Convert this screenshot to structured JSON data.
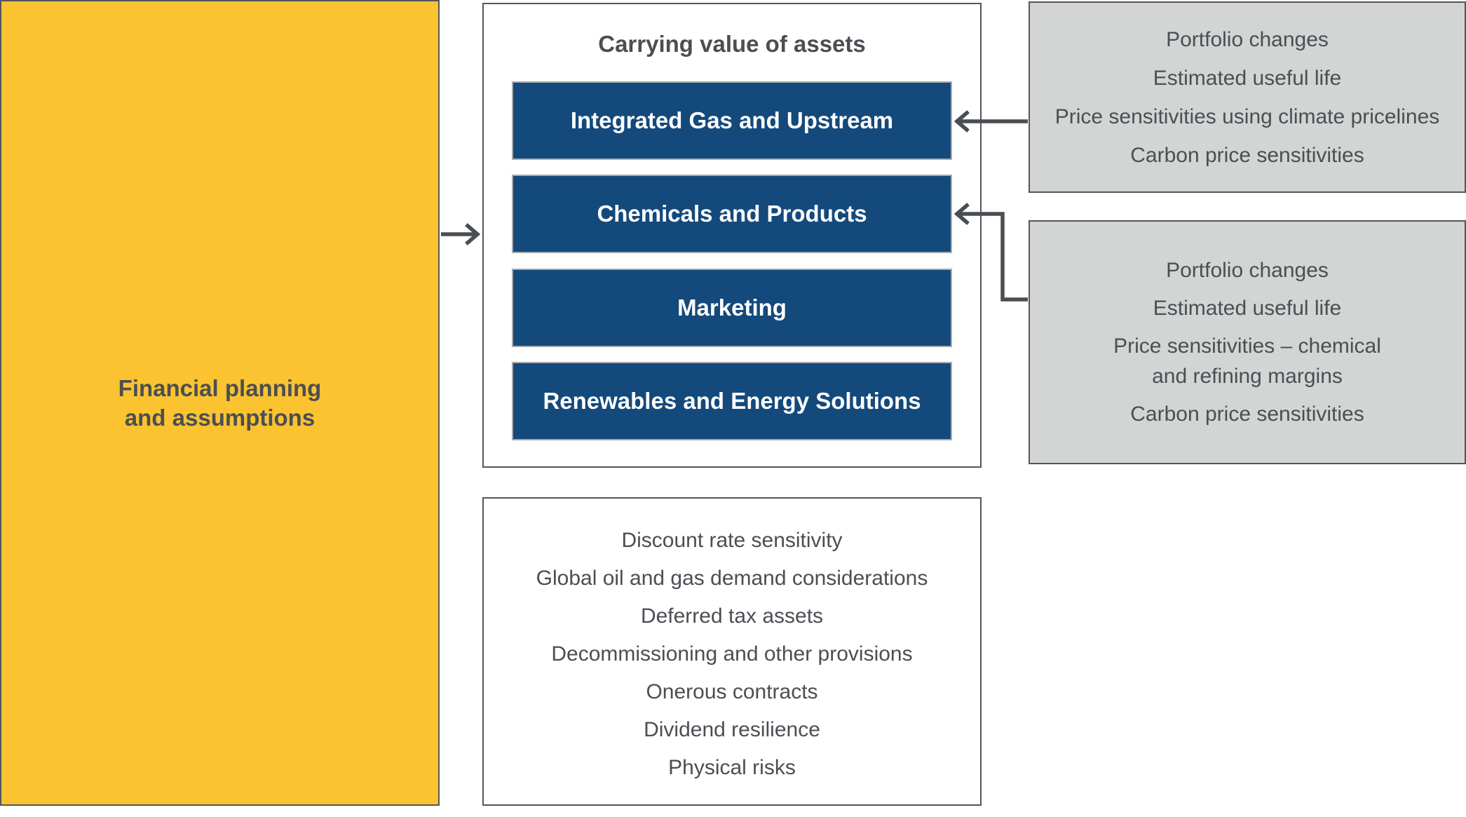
{
  "colors": {
    "yellow_panel": "#FCC330",
    "segment_blue": "#14497B",
    "factor_gray": "#D3D4D4",
    "text_dark_gray": "#4B4E53",
    "arrow_gray": "#4A4D52",
    "border_dark": "#55565A"
  },
  "left_panel": {
    "title": "Financial planning and assumptions"
  },
  "assets_panel": {
    "title": "Carrying value of assets",
    "segments": [
      "Integrated Gas and Upstream",
      "Chemicals and Products",
      "Marketing",
      "Renewables and Energy Solutions"
    ]
  },
  "upstream_factors_panel": {
    "items": [
      "Portfolio changes",
      "Estimated useful life",
      "Price sensitivities using climate pricelines",
      "Carbon price sensitivities"
    ]
  },
  "downstream_factors_panel": {
    "items": [
      "Portfolio changes",
      "Estimated useful life",
      "Price sensitivities – chemical\nand refining margins",
      "Carbon price sensitivities"
    ]
  },
  "considerations_panel": {
    "items": [
      "Discount rate sensitivity",
      "Global oil and gas demand considerations",
      "Deferred tax assets",
      "Decommissioning and other provisions",
      "Onerous contracts",
      "Dividend resilience",
      "Physical risks"
    ]
  }
}
